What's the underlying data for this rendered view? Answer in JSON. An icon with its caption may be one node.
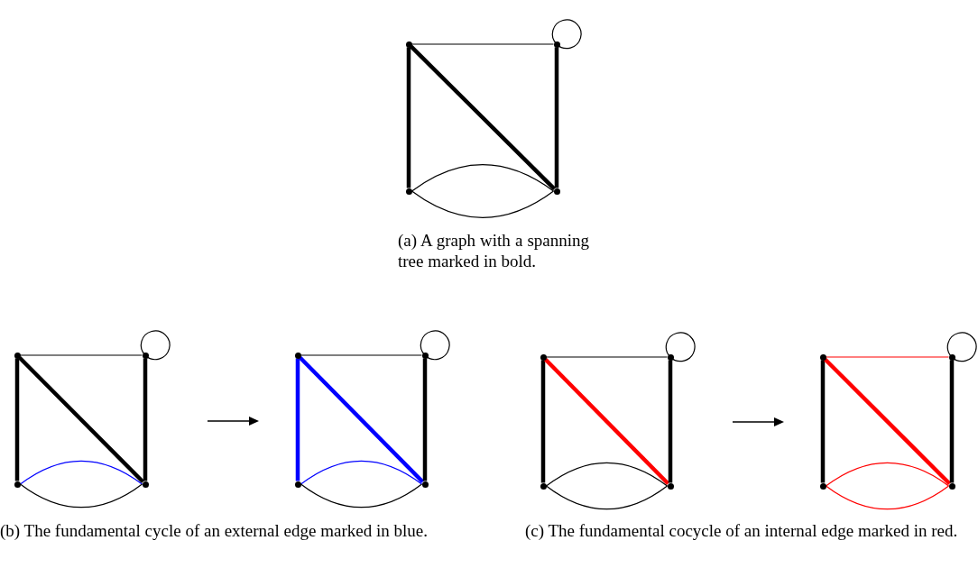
{
  "diagram": {
    "nodes": [
      {
        "text": [],
        "shape": "circle"
      },
      {
        "text": [],
        "shape": "circle"
      },
      {
        "text": [],
        "shape": "circle"
      },
      {
        "text": [],
        "shape": "circle"
      },
      {
        "text": [],
        "shape": "circle"
      },
      {
        "text": [],
        "shape": "circle"
      },
      {
        "text": [],
        "shape": "circle"
      },
      {
        "text": [],
        "shape": "circle"
      },
      {
        "text": [],
        "shape": "circle"
      },
      {
        "text": [],
        "shape": "circle"
      },
      {
        "text": [],
        "shape": "circle"
      },
      {
        "text": [],
        "shape": "circle"
      },
      {
        "text": [],
        "shape": "circle"
      },
      {
        "text": [],
        "shape": "circle"
      },
      {
        "text": [],
        "shape": "circle"
      },
      {
        "text": [],
        "shape": "circle"
      },
      {
        "text": [],
        "shape": "circle"
      },
      {
        "text": [],
        "shape": "circle"
      },
      {
        "text": [],
        "shape": "circle"
      },
      {
        "text": [],
        "shape": "circle"
      }
    ],
    "edges": [
      {
        "from": 0,
        "to": 1,
        "arrow": "none"
      },
      {
        "from": 0,
        "to": 2,
        "arrow": "none",
        "style": "thick"
      },
      {
        "from": 0,
        "to": 3,
        "arrow": "none",
        "style": "thick"
      },
      {
        "from": 1,
        "to": 3,
        "arrow": "none",
        "style": "thick"
      },
      {
        "from": 2,
        "to": 3,
        "arrow": "none"
      },
      {
        "from": 2,
        "to": 3,
        "arrow": "none"
      },
      {
        "from": 1,
        "to": 1,
        "arrow": "none"
      },
      {
        "from": 4,
        "to": 5,
        "arrow": "none"
      },
      {
        "from": 4,
        "to": 6,
        "arrow": "none",
        "style": "thick"
      },
      {
        "from": 4,
        "to": 7,
        "arrow": "none",
        "style": "thick"
      },
      {
        "from": 5,
        "to": 7,
        "arrow": "none",
        "style": "thick"
      },
      {
        "from": 6,
        "to": 7,
        "arrow": "none",
        "color": "#0000ff"
      },
      {
        "from": 6,
        "to": 7,
        "arrow": "none"
      },
      {
        "from": 5,
        "to": 5,
        "arrow": "none"
      },
      {
        "from": 8,
        "to": 9,
        "arrow": "none"
      },
      {
        "from": 8,
        "to": 10,
        "arrow": "none",
        "style": "thick",
        "color": "#0000ff"
      },
      {
        "from": 8,
        "to": 11,
        "arrow": "none",
        "style": "thick",
        "color": "#0000ff"
      },
      {
        "from": 9,
        "to": 11,
        "arrow": "none",
        "style": "thick"
      },
      {
        "from": 10,
        "to": 11,
        "arrow": "none",
        "color": "#0000ff"
      },
      {
        "from": 10,
        "to": 11,
        "arrow": "none"
      },
      {
        "from": 9,
        "to": 9,
        "arrow": "none"
      },
      {
        "from": 12,
        "to": 13,
        "arrow": "none"
      },
      {
        "from": 12,
        "to": 14,
        "arrow": "none",
        "style": "thick"
      },
      {
        "from": 12,
        "to": 15,
        "arrow": "none",
        "style": "thick",
        "color": "#ff0000"
      },
      {
        "from": 13,
        "to": 15,
        "arrow": "none",
        "style": "thick"
      },
      {
        "from": 14,
        "to": 15,
        "arrow": "none"
      },
      {
        "from": 14,
        "to": 15,
        "arrow": "none"
      },
      {
        "from": 13,
        "to": 13,
        "arrow": "none"
      },
      {
        "from": 16,
        "to": 17,
        "arrow": "none",
        "color": "#ff0000"
      },
      {
        "from": 16,
        "to": 18,
        "arrow": "none",
        "style": "thick"
      },
      {
        "from": 16,
        "to": 19,
        "arrow": "none",
        "style": "thick",
        "color": "#ff0000"
      },
      {
        "from": 17,
        "to": 19,
        "arrow": "none",
        "style": "thick"
      },
      {
        "from": 18,
        "to": 19,
        "arrow": "none",
        "color": "#ff0000"
      },
      {
        "from": 18,
        "to": 19,
        "arrow": "none",
        "color": "#ff0000"
      },
      {
        "from": 17,
        "to": 17,
        "arrow": "none"
      }
    ],
    "labels": [
      "(a) A graph with a spanning tree marked in bold.",
      "(b) The fundamental cycle of an external edge marked in blue.",
      "(c) The fundamental cocycle of an internal edge marked in red."
    ]
  }
}
